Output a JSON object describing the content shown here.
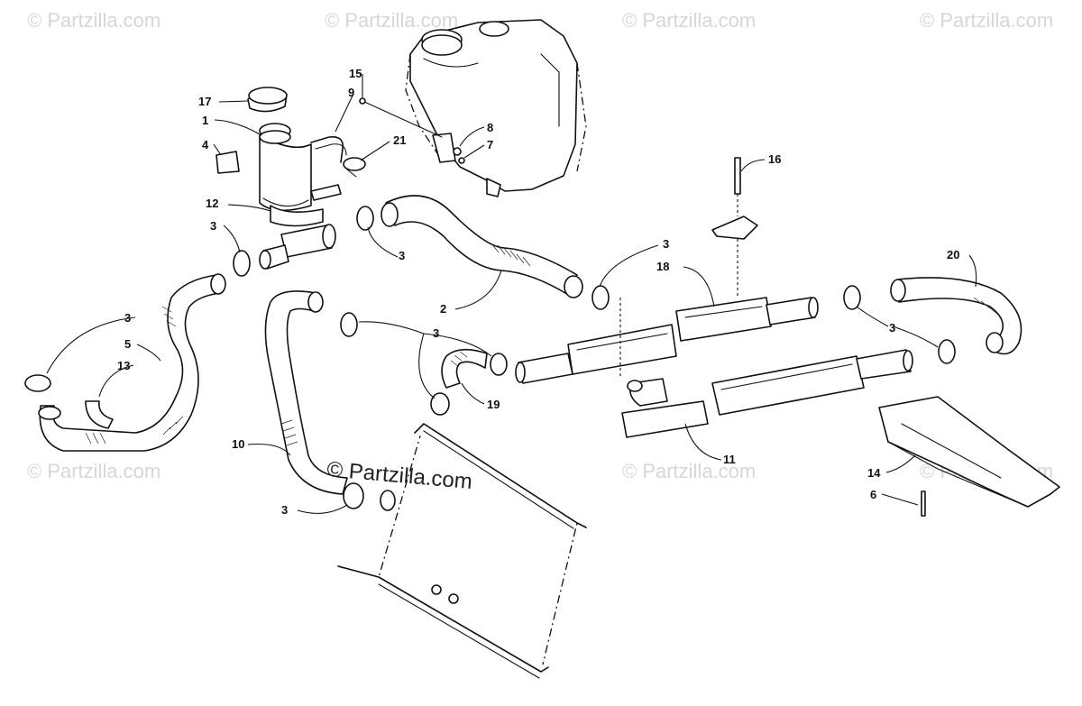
{
  "watermark": {
    "text": "© Partzilla.com",
    "center_text": "© Partzilla.com"
  },
  "callouts": [
    "17",
    "1",
    "4",
    "12",
    "15",
    "9",
    "21",
    "8",
    "7",
    "3",
    "3",
    "3",
    "3",
    "2",
    "5",
    "13",
    "3",
    "10",
    "3",
    "19",
    "16",
    "3",
    "18",
    "20",
    "3",
    "11",
    "14",
    "6"
  ]
}
